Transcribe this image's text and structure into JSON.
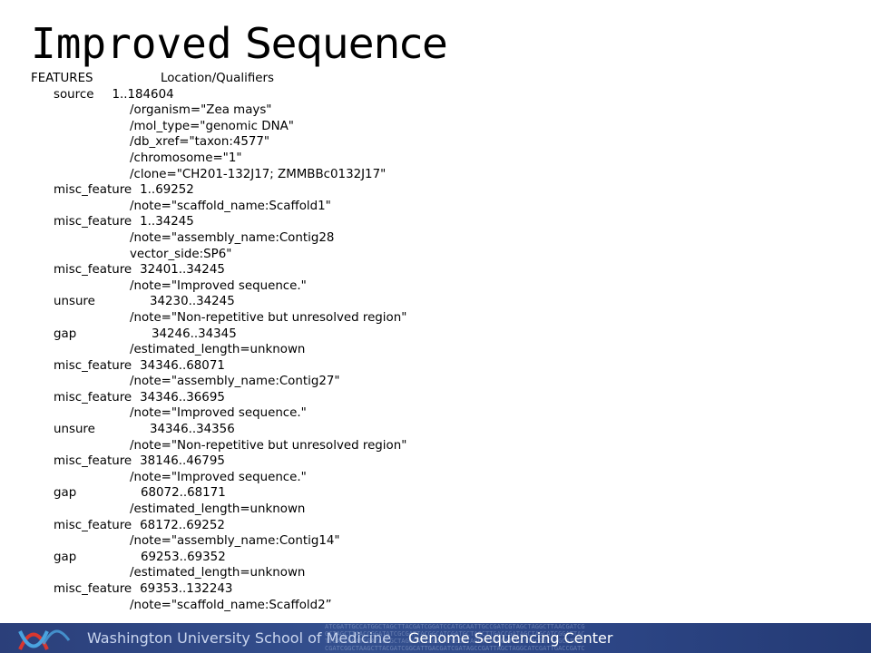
{
  "title": {
    "part1": "Improved",
    "part2": "Sequence"
  },
  "header": {
    "key": "FEATURES",
    "value": "Location/Qualifiers"
  },
  "lines": [
    {
      "indent": "key",
      "key": "source",
      "loc": "1..184604"
    },
    {
      "indent": "qual",
      "text": "/organism=\"Zea mays\""
    },
    {
      "indent": "qual",
      "text": "/mol_type=\"genomic DNA\""
    },
    {
      "indent": "qual",
      "text": "/db_xref=\"taxon:4577\""
    },
    {
      "indent": "qual",
      "text": "/chromosome=\"1\""
    },
    {
      "indent": "qual",
      "text": "/clone=\"CH201-132J17; ZMMBBc0132J17\""
    },
    {
      "indent": "key",
      "key": "misc_feature",
      "loc": "1..69252"
    },
    {
      "indent": "qual",
      "text": "/note=\"scaffold_name:Scaffold1\""
    },
    {
      "indent": "key",
      "key": "misc_feature",
      "loc": "1..34245"
    },
    {
      "indent": "qual",
      "text": "/note=\"assembly_name:Contig28"
    },
    {
      "indent": "qual",
      "text": "vector_side:SP6\""
    },
    {
      "indent": "key",
      "key": "misc_feature",
      "loc": "32401..34245"
    },
    {
      "indent": "qual",
      "text": "/note=\"Improved sequence.\""
    },
    {
      "indent": "key",
      "key": "unsure",
      "loc": "34230..34245"
    },
    {
      "indent": "qual",
      "text": "/note=\"Non-repetitive but unresolved region\""
    },
    {
      "indent": "key",
      "key": "gap",
      "loc": "34246..34345"
    },
    {
      "indent": "qual",
      "text": "/estimated_length=unknown"
    },
    {
      "indent": "key",
      "key": "misc_feature",
      "loc": "34346..68071"
    },
    {
      "indent": "qual",
      "text": "/note=\"assembly_name:Contig27\""
    },
    {
      "indent": "key",
      "key": "misc_feature",
      "loc": "34346..36695"
    },
    {
      "indent": "qual",
      "text": "/note=\"Improved sequence.\""
    },
    {
      "indent": "key",
      "key": "unsure",
      "loc": "34346..34356"
    },
    {
      "indent": "qual",
      "text": "/note=\"Non-repetitive but unresolved region\""
    },
    {
      "indent": "key",
      "key": "misc_feature",
      "loc": "38146..46795"
    },
    {
      "indent": "qual",
      "text": "/note=\"Improved sequence.\""
    },
    {
      "indent": "key",
      "key": "gap",
      "loc": "68072..68171"
    },
    {
      "indent": "qual",
      "text": "/estimated_length=unknown"
    },
    {
      "indent": "key",
      "key": "misc_feature",
      "loc": "68172..69252"
    },
    {
      "indent": "qual",
      "text": "/note=\"assembly_name:Contig14\""
    },
    {
      "indent": "key",
      "key": "gap",
      "loc": "69253..69352"
    },
    {
      "indent": "qual",
      "text": "/estimated_length=unknown"
    },
    {
      "indent": "key",
      "key": "misc_feature",
      "loc": "69353..132243"
    },
    {
      "indent": "qual",
      "text": "/note=\"scaffold_name:Scaffold2”"
    }
  ],
  "footer": {
    "school": "Washington University School of Medicine",
    "center": "Genome Sequencing Center",
    "logo_icon": "dna-helix-icon",
    "colors": {
      "band": "#34508f",
      "logo_red": "#d8372f",
      "logo_blue": "#4aa3df"
    }
  }
}
